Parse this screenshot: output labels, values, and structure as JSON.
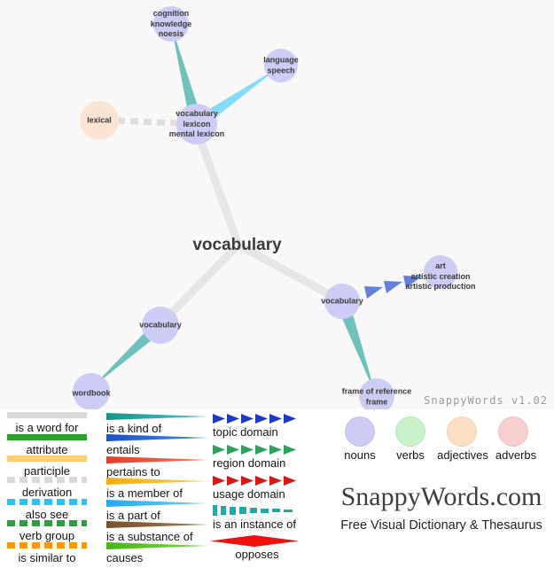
{
  "app": {
    "version_label": "SnappyWords v1.02",
    "brand": "SnappyWords.com",
    "tagline": "Free Visual Dictionary & Thesaurus"
  },
  "graph": {
    "center_word": "vocabulary",
    "nodes": [
      {
        "lines": [
          "cognition",
          "knowledge",
          "noesis"
        ],
        "type": "noun"
      },
      {
        "lines": [
          "language",
          "speech"
        ],
        "type": "noun"
      },
      {
        "lines": [
          "vocabulary",
          "lexicon",
          "mental lexicon"
        ],
        "type": "noun"
      },
      {
        "lines": [
          "lexical"
        ],
        "type": "adjective"
      },
      {
        "lines": [
          "vocabulary"
        ],
        "type": "noun"
      },
      {
        "lines": [
          "wordbook"
        ],
        "type": "noun"
      },
      {
        "lines": [
          "vocabulary"
        ],
        "type": "noun"
      },
      {
        "lines": [
          "art",
          "artistic creation",
          "artistic production"
        ],
        "type": "noun"
      },
      {
        "lines": [
          "frame of reference",
          "frame"
        ],
        "type": "noun"
      }
    ],
    "edges": [
      {
        "from": "vocabulary",
        "to": "vocabulary / lexicon / mental lexicon",
        "relation": "is a word for"
      },
      {
        "from": "vocabulary",
        "to": "vocabulary (lower-left sense)",
        "relation": "is a word for"
      },
      {
        "from": "vocabulary",
        "to": "vocabulary (right sense)",
        "relation": "is a word for"
      },
      {
        "from": "vocabulary / lexicon / mental lexicon",
        "to": "cognition / knowledge / noesis",
        "relation": "is a kind of"
      },
      {
        "from": "vocabulary / lexicon / mental lexicon",
        "to": "language / speech",
        "relation": "is a part of"
      },
      {
        "from": "lexical",
        "to": "vocabulary / lexicon / mental lexicon",
        "relation": "derivation"
      },
      {
        "from": "vocabulary (lower-left sense)",
        "to": "wordbook",
        "relation": "is a kind of"
      },
      {
        "from": "vocabulary (right sense)",
        "to": "frame of reference / frame",
        "relation": "is a kind of"
      },
      {
        "from": "vocabulary (right sense)",
        "to": "art / artistic creation / artistic production",
        "relation": "topic domain"
      }
    ]
  },
  "legend": {
    "line_relations": [
      {
        "label": "is a word for",
        "style": "solid",
        "color": "#d9d9d9"
      },
      {
        "label": "attribute",
        "style": "solid",
        "color": "#2ba02b"
      },
      {
        "label": "participle",
        "style": "solid",
        "color": "#fbce74"
      },
      {
        "label": "derivation",
        "style": "dashed",
        "color": "#d9d9d9"
      },
      {
        "label": "also see",
        "style": "dashed",
        "color": "#29c5f2"
      },
      {
        "label": "verb group",
        "style": "dashed",
        "color": "#2f9e41"
      },
      {
        "label": "is similar to",
        "style": "dashed",
        "color": "#f59a0c"
      }
    ],
    "taper_relations": [
      {
        "label": "is a kind of",
        "color": "#1b998b"
      },
      {
        "label": "entails",
        "color": "#2458cc"
      },
      {
        "label": "pertains to",
        "color": "#e8462e"
      },
      {
        "label": "is a member of",
        "color": "#f2b41e"
      },
      {
        "label": "is a part of",
        "color": "#2fb3f0"
      },
      {
        "label": "is a substance of",
        "color": "#7d5431"
      },
      {
        "label": "causes",
        "color": "#52bd1d"
      }
    ],
    "domain_relations": [
      {
        "label": "topic domain",
        "glyph": "arrow-chain",
        "color": "#2238c8"
      },
      {
        "label": "region domain",
        "glyph": "arrow-chain",
        "color": "#2ea060"
      },
      {
        "label": "usage domain",
        "glyph": "arrow-chain",
        "color": "#dc1414"
      },
      {
        "label": "is an instance of",
        "glyph": "tapered-dashes",
        "color": "#22a8a8"
      },
      {
        "label": "opposes",
        "glyph": "diamond",
        "color": "#f01010"
      }
    ],
    "pos_types": [
      {
        "label": "nouns",
        "color": "#ccccf4"
      },
      {
        "label": "verbs",
        "color": "#c9f2c9"
      },
      {
        "label": "adjectives",
        "color": "#fbdfc4"
      },
      {
        "label": "adverbs",
        "color": "#f8cfcf"
      }
    ]
  },
  "colors": {
    "graph_background": "#f8f8f8",
    "legend_background": "#ffffff",
    "noun_node": "#ccccf4",
    "adjective_node": "#fae3d3",
    "word_for_edge": "#e6e6e6",
    "kind_of_edge": "#6fc2bb",
    "part_of_edge": "#85dcf6",
    "derivation_edge": "#dedede",
    "topic_domain_edge": "#647fdd",
    "version_text": "#9a9a9a"
  }
}
